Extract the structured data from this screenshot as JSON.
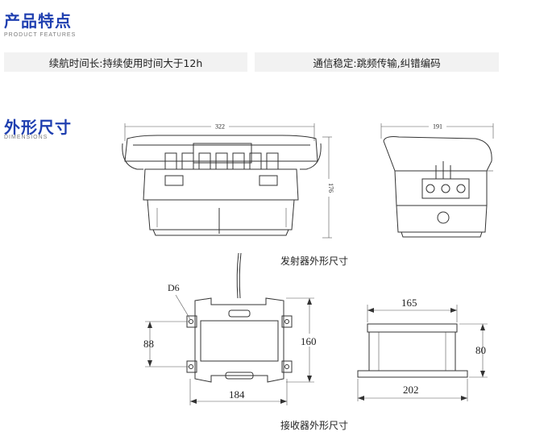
{
  "features": {
    "title": "产品特点",
    "subtitle": "PRODUCT FEATURES",
    "items": [
      {
        "text": "续航时间长:持续使用时间大于12h"
      },
      {
        "text": "通信稳定:跳频传输,纠错编码"
      }
    ]
  },
  "dimensions": {
    "title": "外形尺寸",
    "subtitle": "DIMENSIONS",
    "transmitter": {
      "width_label": "322",
      "height_label": "176",
      "depth_label": "191",
      "caption": "发射器外形尺寸"
    },
    "receiver": {
      "hole_label": "D6",
      "hole_span_label": "88",
      "height_label": "160",
      "width_label": "184",
      "top_width_label": "165",
      "side_height_label": "80",
      "base_width_label": "202",
      "caption": "接收器外形尺寸"
    }
  }
}
